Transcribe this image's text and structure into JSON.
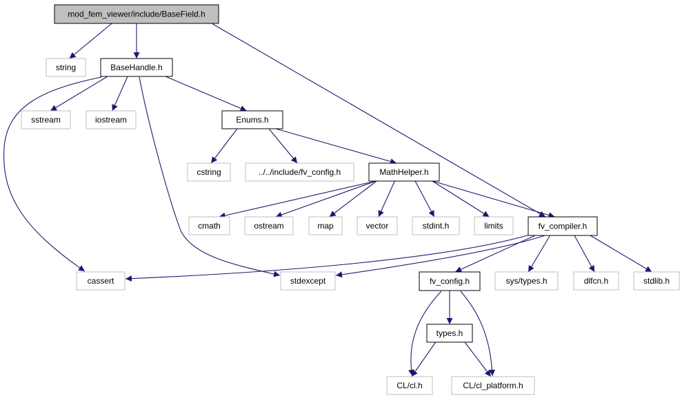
{
  "colors": {
    "edge": "#191970",
    "root_fill": "#bfbfbf",
    "project_border": "#000000",
    "system_border": "#bfbfbf"
  },
  "nodes": [
    {
      "id": "basefield",
      "label": "mod_fem_viewer/include/BaseField.h",
      "kind": "root"
    },
    {
      "id": "string",
      "label": "string",
      "kind": "system"
    },
    {
      "id": "basehandle",
      "label": "BaseHandle.h",
      "kind": "project"
    },
    {
      "id": "sstream",
      "label": "sstream",
      "kind": "system"
    },
    {
      "id": "iostream",
      "label": "iostream",
      "kind": "system"
    },
    {
      "id": "enums",
      "label": "Enums.h",
      "kind": "project"
    },
    {
      "id": "cstring",
      "label": "cstring",
      "kind": "system"
    },
    {
      "id": "fvconfig_rel",
      "label": "../../include/fv_config.h",
      "kind": "system"
    },
    {
      "id": "mathhelper",
      "label": "MathHelper.h",
      "kind": "project"
    },
    {
      "id": "cmath",
      "label": "cmath",
      "kind": "system"
    },
    {
      "id": "ostream",
      "label": "ostream",
      "kind": "system"
    },
    {
      "id": "map",
      "label": "map",
      "kind": "system"
    },
    {
      "id": "vector",
      "label": "vector",
      "kind": "system"
    },
    {
      "id": "stdint",
      "label": "stdint.h",
      "kind": "system"
    },
    {
      "id": "limits",
      "label": "limits",
      "kind": "system"
    },
    {
      "id": "fvcompiler",
      "label": "fv_compiler.h",
      "kind": "project"
    },
    {
      "id": "cassert",
      "label": "cassert",
      "kind": "system"
    },
    {
      "id": "stdexcept",
      "label": "stdexcept",
      "kind": "system"
    },
    {
      "id": "fvconfig",
      "label": "fv_config.h",
      "kind": "project"
    },
    {
      "id": "systypes",
      "label": "sys/types.h",
      "kind": "system"
    },
    {
      "id": "dlfcn",
      "label": "dlfcn.h",
      "kind": "system"
    },
    {
      "id": "stdlib",
      "label": "stdlib.h",
      "kind": "system"
    },
    {
      "id": "types",
      "label": "types.h",
      "kind": "project"
    },
    {
      "id": "clcl",
      "label": "CL/cl.h",
      "kind": "system"
    },
    {
      "id": "clplatform",
      "label": "CL/cl_platform.h",
      "kind": "system"
    }
  ],
  "edges": [
    {
      "from": "basefield",
      "to": "string"
    },
    {
      "from": "basefield",
      "to": "basehandle"
    },
    {
      "from": "basefield",
      "to": "fvcompiler"
    },
    {
      "from": "basehandle",
      "to": "sstream"
    },
    {
      "from": "basehandle",
      "to": "iostream"
    },
    {
      "from": "basehandle",
      "to": "enums"
    },
    {
      "from": "basehandle",
      "to": "cassert"
    },
    {
      "from": "basehandle",
      "to": "stdexcept"
    },
    {
      "from": "enums",
      "to": "cstring"
    },
    {
      "from": "enums",
      "to": "fvconfig_rel"
    },
    {
      "from": "enums",
      "to": "mathhelper"
    },
    {
      "from": "mathhelper",
      "to": "cmath"
    },
    {
      "from": "mathhelper",
      "to": "ostream"
    },
    {
      "from": "mathhelper",
      "to": "map"
    },
    {
      "from": "mathhelper",
      "to": "vector"
    },
    {
      "from": "mathhelper",
      "to": "stdint"
    },
    {
      "from": "mathhelper",
      "to": "limits"
    },
    {
      "from": "mathhelper",
      "to": "fvcompiler"
    },
    {
      "from": "fvcompiler",
      "to": "cassert"
    },
    {
      "from": "fvcompiler",
      "to": "stdexcept"
    },
    {
      "from": "fvcompiler",
      "to": "fvconfig"
    },
    {
      "from": "fvcompiler",
      "to": "systypes"
    },
    {
      "from": "fvcompiler",
      "to": "dlfcn"
    },
    {
      "from": "fvcompiler",
      "to": "stdlib"
    },
    {
      "from": "fvconfig",
      "to": "types"
    },
    {
      "from": "fvconfig",
      "to": "clcl"
    },
    {
      "from": "fvconfig",
      "to": "clplatform"
    },
    {
      "from": "types",
      "to": "clcl"
    },
    {
      "from": "types",
      "to": "clplatform"
    }
  ]
}
